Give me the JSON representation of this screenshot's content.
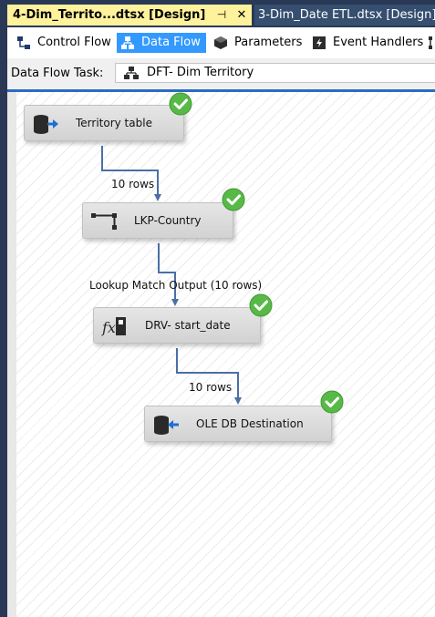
{
  "document_tabs": {
    "active": {
      "title": "4-Dim_Territo...dtsx [Design]",
      "pin_glyph": "⊣",
      "close_glyph": "✕"
    },
    "inactive": {
      "title": "3-Dim_Date ETL.dtsx [Design]"
    }
  },
  "designer_tabs": {
    "control_flow": "Control Flow",
    "data_flow": "Data Flow",
    "parameters": "Parameters",
    "event_handlers": "Event Handlers"
  },
  "task_selector": {
    "label": "Data Flow Task:",
    "value": "DFT- Dim Territory"
  },
  "components": [
    {
      "name": "Territory table",
      "icon": "source-icon",
      "status": "success"
    },
    {
      "name": "LKP-Country",
      "icon": "lookup-icon",
      "status": "success"
    },
    {
      "name": "DRV- start_date",
      "icon": "derived-column-icon",
      "status": "success"
    },
    {
      "name": "OLE DB Destination",
      "icon": "destination-icon",
      "status": "success"
    }
  ],
  "paths": [
    {
      "label": "10 rows"
    },
    {
      "label": "Lookup Match Output (10 rows)"
    },
    {
      "label": "10 rows"
    }
  ],
  "colors": {
    "active_tab": "#fff29d",
    "frame": "#293955",
    "selected_view": "#3399ff",
    "connector": "#4a6fa5",
    "success": "#58b947"
  }
}
